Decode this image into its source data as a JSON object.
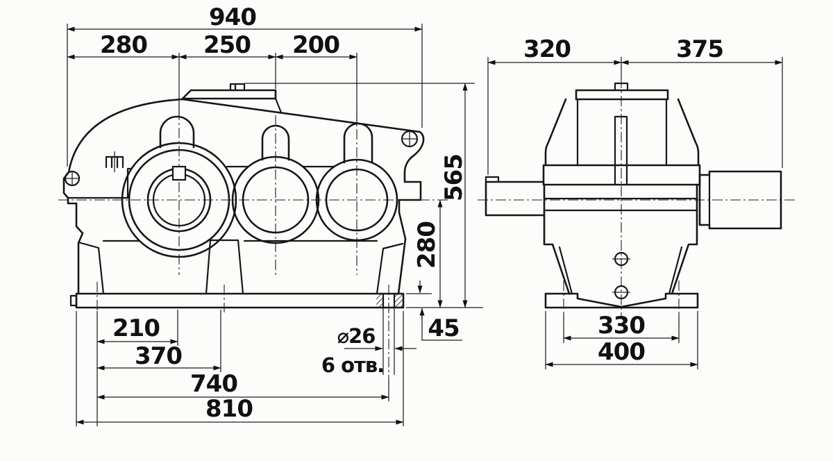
{
  "drawing": {
    "title": "gear-reducer-dimension-drawing",
    "line_color": "#161616",
    "background": "#fcfcfa",
    "front_view": {
      "dim_overall_width": "940",
      "dim_span_1": "280",
      "dim_span_2": "250",
      "dim_span_3": "200",
      "dim_overall_height": "565",
      "dim_center_height": "280",
      "dim_base_thickness": "45",
      "dim_bottom_1": "210",
      "dim_bottom_2": "370",
      "dim_bottom_3": "740",
      "dim_bottom_4": "810",
      "hole_diameter": "⌀26",
      "hole_count_note": "6 отв."
    },
    "side_view": {
      "dim_left_of_axis": "320",
      "dim_right_of_axis": "375",
      "dim_feet_holes": "330",
      "dim_base_width": "400"
    }
  }
}
